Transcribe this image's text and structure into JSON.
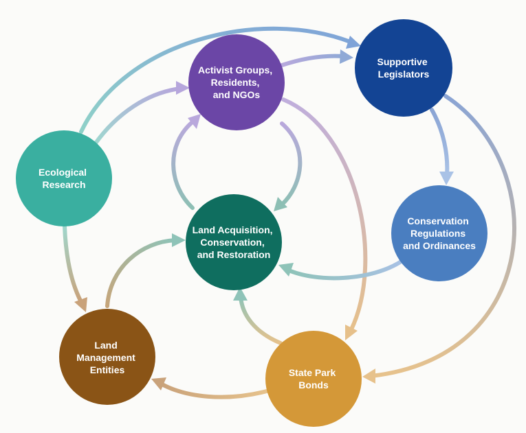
{
  "colors": {
    "background": "#fbfbf9",
    "ecological_research": "#3aafa0",
    "activist_groups": "#6b46a6",
    "supportive_legislators": "#134494",
    "conservation_regulations": "#4a7ec0",
    "land_acquisition": "#0f6e5f",
    "land_management": "#8a5416",
    "state_park_bonds": "#d49838"
  },
  "nodes": {
    "ecological_research": {
      "lines": [
        "Ecological",
        "Research"
      ]
    },
    "activist_groups": {
      "lines": [
        "Activist Groups,",
        "Residents,",
        "and NGOs"
      ]
    },
    "supportive_legislators": {
      "lines": [
        "Supportive",
        "Legislators"
      ]
    },
    "conservation_regulations": {
      "lines": [
        "Conservation",
        "Regulations",
        "and Ordinances"
      ]
    },
    "land_acquisition": {
      "lines": [
        "Land Acquisition,",
        "Conservation,",
        "and Restoration"
      ]
    },
    "land_management": {
      "lines": [
        "Land",
        "Management",
        "Entities"
      ]
    },
    "state_park_bonds": {
      "lines": [
        "State Park",
        "Bonds"
      ]
    }
  },
  "edges": [
    {
      "from": "ecological_research",
      "to": "supportive_legislators"
    },
    {
      "from": "ecological_research",
      "to": "activist_groups"
    },
    {
      "from": "ecological_research",
      "to": "land_management"
    },
    {
      "from": "activist_groups",
      "to": "supportive_legislators"
    },
    {
      "from": "activist_groups",
      "to": "land_acquisition"
    },
    {
      "from": "activist_groups",
      "to": "state_park_bonds"
    },
    {
      "from": "land_acquisition",
      "to": "activist_groups"
    },
    {
      "from": "supportive_legislators",
      "to": "conservation_regulations"
    },
    {
      "from": "supportive_legislators",
      "to": "state_park_bonds"
    },
    {
      "from": "conservation_regulations",
      "to": "land_acquisition"
    },
    {
      "from": "land_management",
      "to": "land_acquisition"
    },
    {
      "from": "state_park_bonds",
      "to": "land_management"
    },
    {
      "from": "state_park_bonds",
      "to": "land_acquisition"
    }
  ]
}
